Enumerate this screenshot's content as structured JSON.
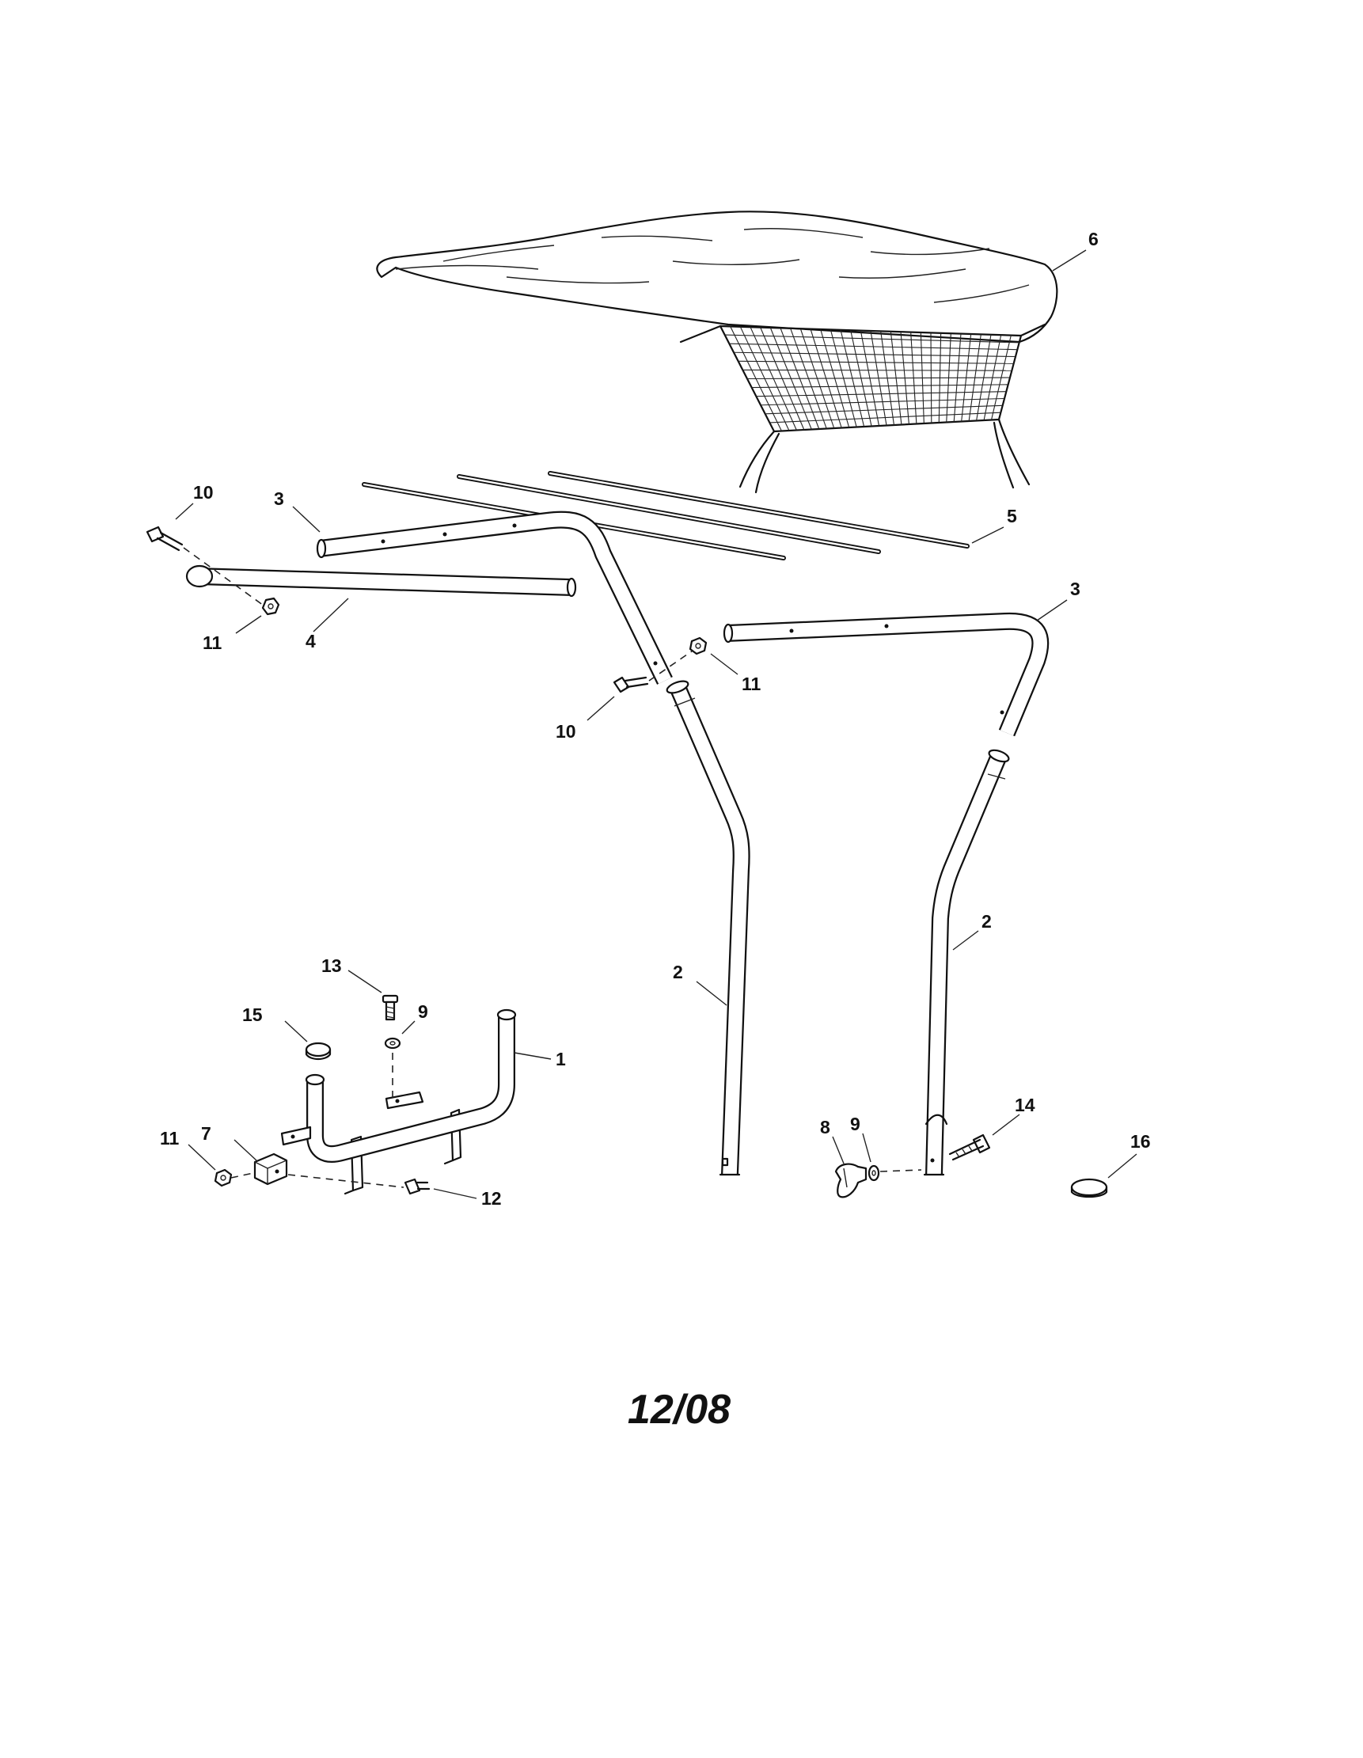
{
  "callouts": {
    "part1": "1",
    "part2_left": "2",
    "part2_right": "2",
    "part3_left": "3",
    "part3_right": "3",
    "part4": "4",
    "part5": "5",
    "part6": "6",
    "part7": "7",
    "part8": "8",
    "part9_base": "9",
    "part9_knob": "9",
    "part10_left": "10",
    "part10_mid": "10",
    "part11_left": "11",
    "part11_mid": "11",
    "part11_base": "11",
    "part12": "12",
    "part13": "13",
    "part14": "14",
    "part15": "15",
    "part16": "16"
  },
  "footer": {
    "code": "12/08"
  }
}
